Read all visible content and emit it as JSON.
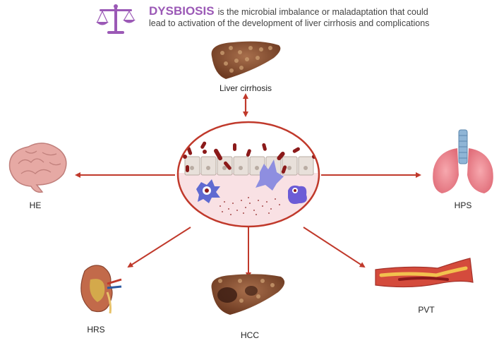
{
  "header": {
    "term": "DYSBIOSIS",
    "definition": "is the microbial imbalance or maladaptation that could lead to activation of the development of liver cirrhosis and complications",
    "icon": "balance-scale-icon"
  },
  "nodes": {
    "liver_cirrhosis": "Liver cirrhosis",
    "he": "HE",
    "hps": "HPS",
    "hrs": "HRS",
    "hcc": "HCC",
    "pvt": "PVT"
  },
  "colors": {
    "arrow": "#c0392b",
    "title_accent": "#9b59b6",
    "circle_border": "#c0392b"
  }
}
